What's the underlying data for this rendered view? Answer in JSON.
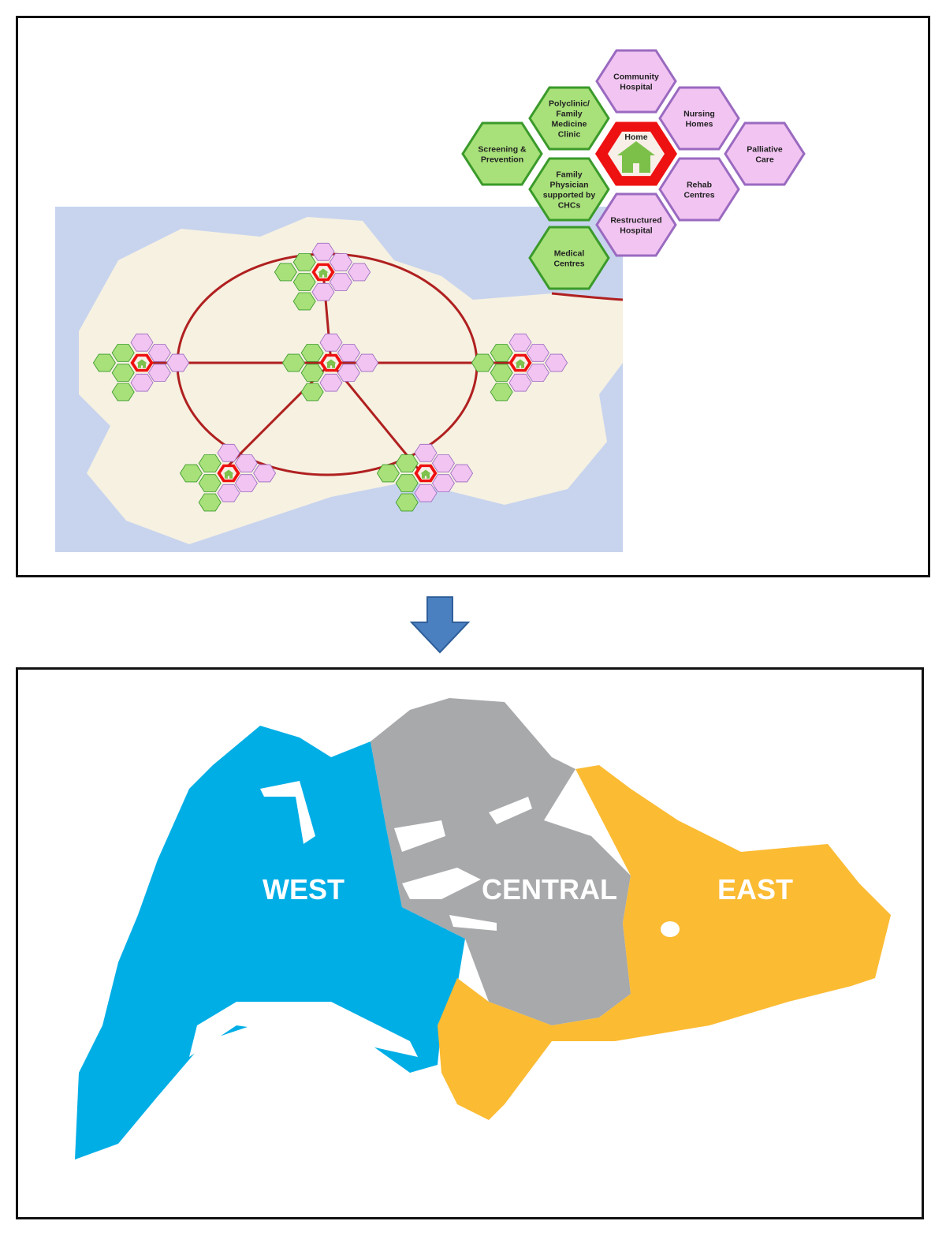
{
  "top_panel": {
    "hexes": [
      {
        "id": "home",
        "label": [
          "Home"
        ],
        "group": "center"
      },
      {
        "id": "community-hospital",
        "label": [
          "Community",
          "Hospital"
        ],
        "group": "purple"
      },
      {
        "id": "nursing-homes",
        "label": [
          "Nursing",
          "Homes"
        ],
        "group": "purple"
      },
      {
        "id": "palliative-care",
        "label": [
          "Palliative",
          "Care"
        ],
        "group": "purple"
      },
      {
        "id": "rehab-centres",
        "label": [
          "Rehab",
          "Centres"
        ],
        "group": "purple"
      },
      {
        "id": "restructured-hospital",
        "label": [
          "Restructured",
          "Hospital"
        ],
        "group": "purple"
      },
      {
        "id": "polyclinic",
        "label": [
          "Polyclinic/",
          "Family",
          "Medicine",
          "Clinic"
        ],
        "group": "green"
      },
      {
        "id": "screening-prevention",
        "label": [
          "Screening &",
          "Prevention"
        ],
        "group": "green"
      },
      {
        "id": "family-physician",
        "label": [
          "Family",
          "Physician",
          "supported by",
          "CHCs"
        ],
        "group": "green"
      },
      {
        "id": "medical-centres",
        "label": [
          "Medical",
          "Centres"
        ],
        "group": "green"
      }
    ],
    "colors": {
      "green_fill": "#a8e07a",
      "green_stroke": "#3a9a2a",
      "purple_fill": "#f2c4f2",
      "purple_stroke": "#9a6ac0",
      "home_ring": "#ee1111",
      "network_line": "#b02020",
      "sea": "#c8d4ee",
      "land": "#f6f1e1"
    }
  },
  "arrow": {
    "color": "#4a7fc0",
    "icon": "arrow-down-icon"
  },
  "bottom_panel": {
    "regions": [
      {
        "id": "west",
        "label": "WEST",
        "color": "#00aee6"
      },
      {
        "id": "central",
        "label": "CENTRAL",
        "color": "#a7a9ab"
      },
      {
        "id": "east",
        "label": "EAST",
        "color": "#fbbb33"
      }
    ]
  }
}
